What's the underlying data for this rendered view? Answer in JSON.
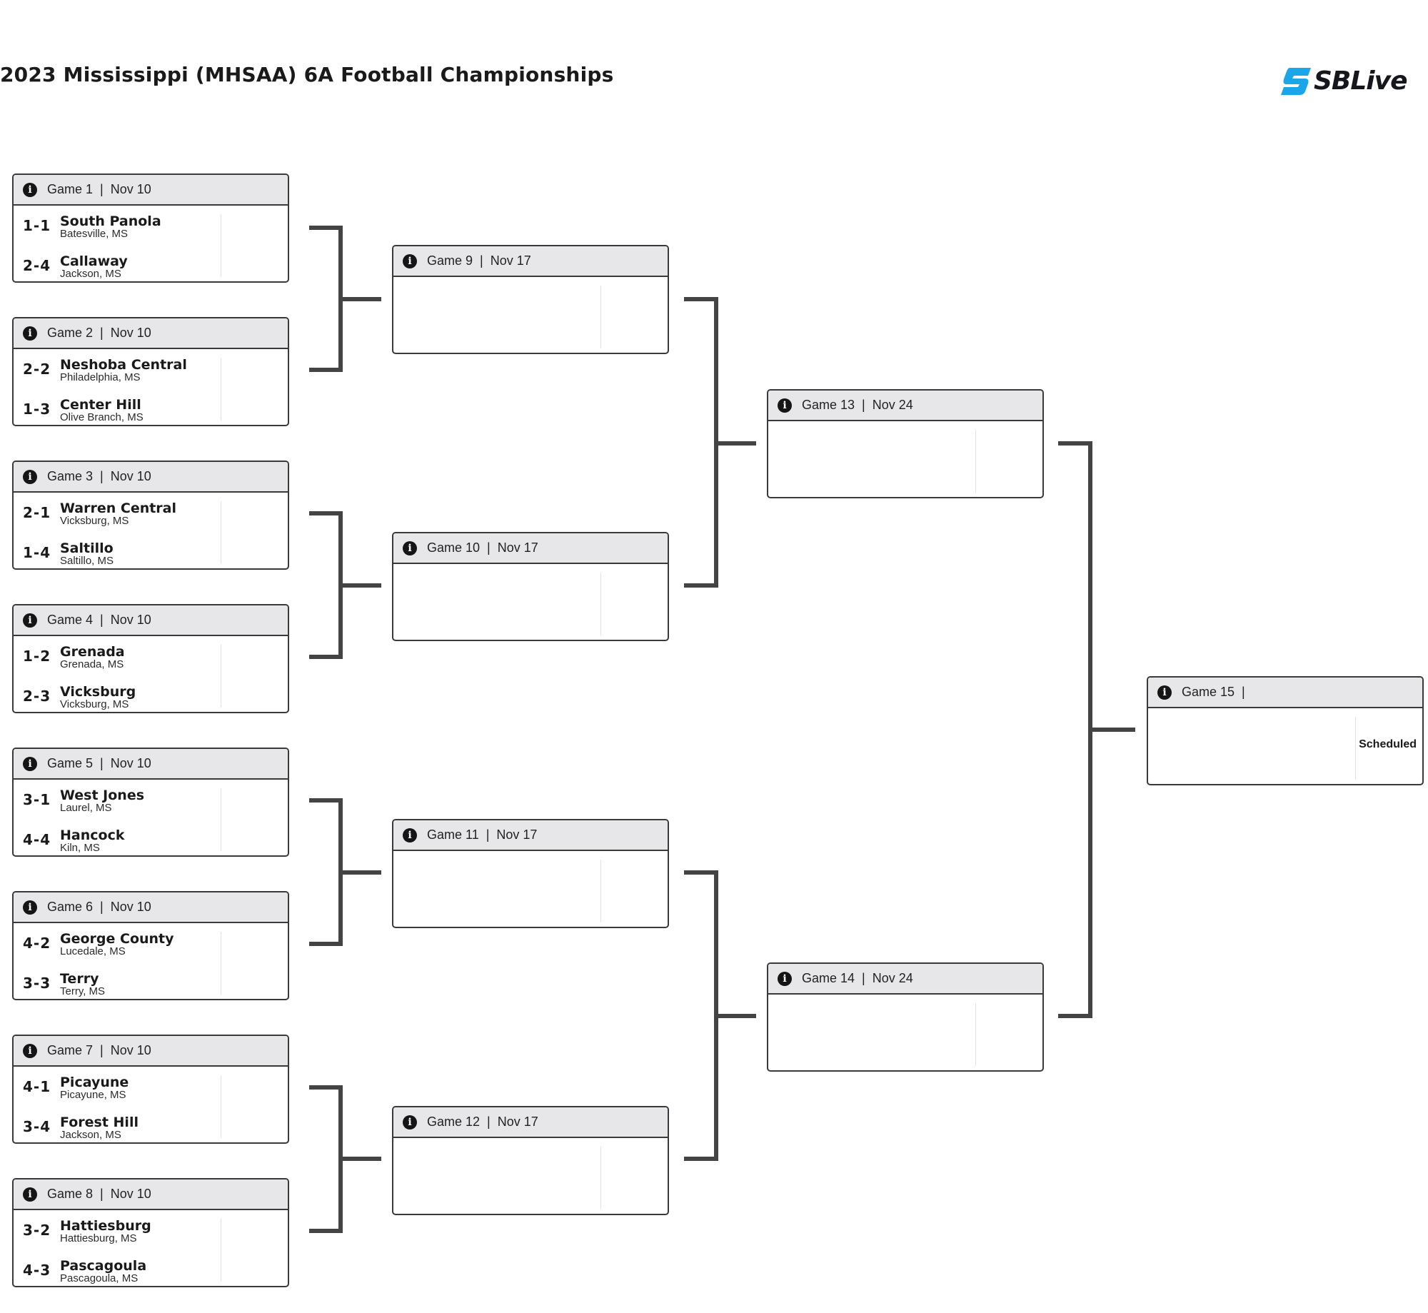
{
  "page": {
    "title": "2023 Mississippi (MHSAA) 6A Football Championships",
    "logo_text": "SBLive",
    "logo_color": "#1aa6e8"
  },
  "bracket": {
    "games": [
      {
        "label": "Game 1",
        "date": "Nov 10",
        "teams": [
          {
            "seed": "1-1",
            "name": "South Panola",
            "location": "Batesville, MS"
          },
          {
            "seed": "2-4",
            "name": "Callaway",
            "location": "Jackson, MS"
          }
        ]
      },
      {
        "label": "Game 2",
        "date": "Nov 10",
        "teams": [
          {
            "seed": "2-2",
            "name": "Neshoba Central",
            "location": "Philadelphia, MS"
          },
          {
            "seed": "1-3",
            "name": "Center Hill",
            "location": "Olive Branch, MS"
          }
        ]
      },
      {
        "label": "Game 3",
        "date": "Nov 10",
        "teams": [
          {
            "seed": "2-1",
            "name": "Warren Central",
            "location": "Vicksburg, MS"
          },
          {
            "seed": "1-4",
            "name": "Saltillo",
            "location": "Saltillo, MS"
          }
        ]
      },
      {
        "label": "Game 4",
        "date": "Nov 10",
        "teams": [
          {
            "seed": "1-2",
            "name": "Grenada",
            "location": "Grenada, MS"
          },
          {
            "seed": "2-3",
            "name": "Vicksburg",
            "location": "Vicksburg, MS"
          }
        ]
      },
      {
        "label": "Game 5",
        "date": "Nov 10",
        "teams": [
          {
            "seed": "3-1",
            "name": "West Jones",
            "location": "Laurel, MS"
          },
          {
            "seed": "4-4",
            "name": "Hancock",
            "location": "Kiln, MS"
          }
        ]
      },
      {
        "label": "Game 6",
        "date": "Nov 10",
        "teams": [
          {
            "seed": "4-2",
            "name": "George County",
            "location": "Lucedale, MS"
          },
          {
            "seed": "3-3",
            "name": "Terry",
            "location": "Terry, MS"
          }
        ]
      },
      {
        "label": "Game 7",
        "date": "Nov 10",
        "teams": [
          {
            "seed": "4-1",
            "name": "Picayune",
            "location": "Picayune, MS"
          },
          {
            "seed": "3-4",
            "name": "Forest Hill",
            "location": "Jackson, MS"
          }
        ]
      },
      {
        "label": "Game 8",
        "date": "Nov 10",
        "teams": [
          {
            "seed": "3-2",
            "name": "Hattiesburg",
            "location": "Hattiesburg, MS"
          },
          {
            "seed": "4-3",
            "name": "Pascagoula",
            "location": "Pascagoula, MS"
          }
        ]
      },
      {
        "label": "Game 9",
        "date": "Nov 17",
        "teams": []
      },
      {
        "label": "Game 10",
        "date": "Nov 17",
        "teams": []
      },
      {
        "label": "Game 11",
        "date": "Nov 17",
        "teams": []
      },
      {
        "label": "Game 12",
        "date": "Nov 17",
        "teams": []
      },
      {
        "label": "Game 13",
        "date": "Nov 24",
        "teams": []
      },
      {
        "label": "Game 14",
        "date": "Nov 24",
        "teams": []
      },
      {
        "label": "Game 15",
        "date": "",
        "status": "Scheduled",
        "teams": []
      }
    ]
  }
}
